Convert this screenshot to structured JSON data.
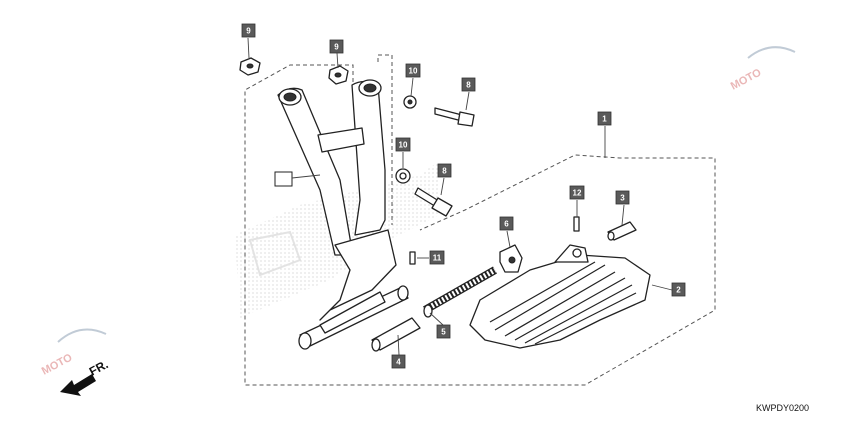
{
  "diagram": {
    "code": "KWPDY0200",
    "direction_label": "FR.",
    "watermark_label": "MOTO",
    "callouts": [
      "1",
      "2",
      "3",
      "4",
      "5",
      "6",
      "8",
      "8",
      "9",
      "9",
      "10",
      "10",
      "11",
      "12"
    ]
  }
}
